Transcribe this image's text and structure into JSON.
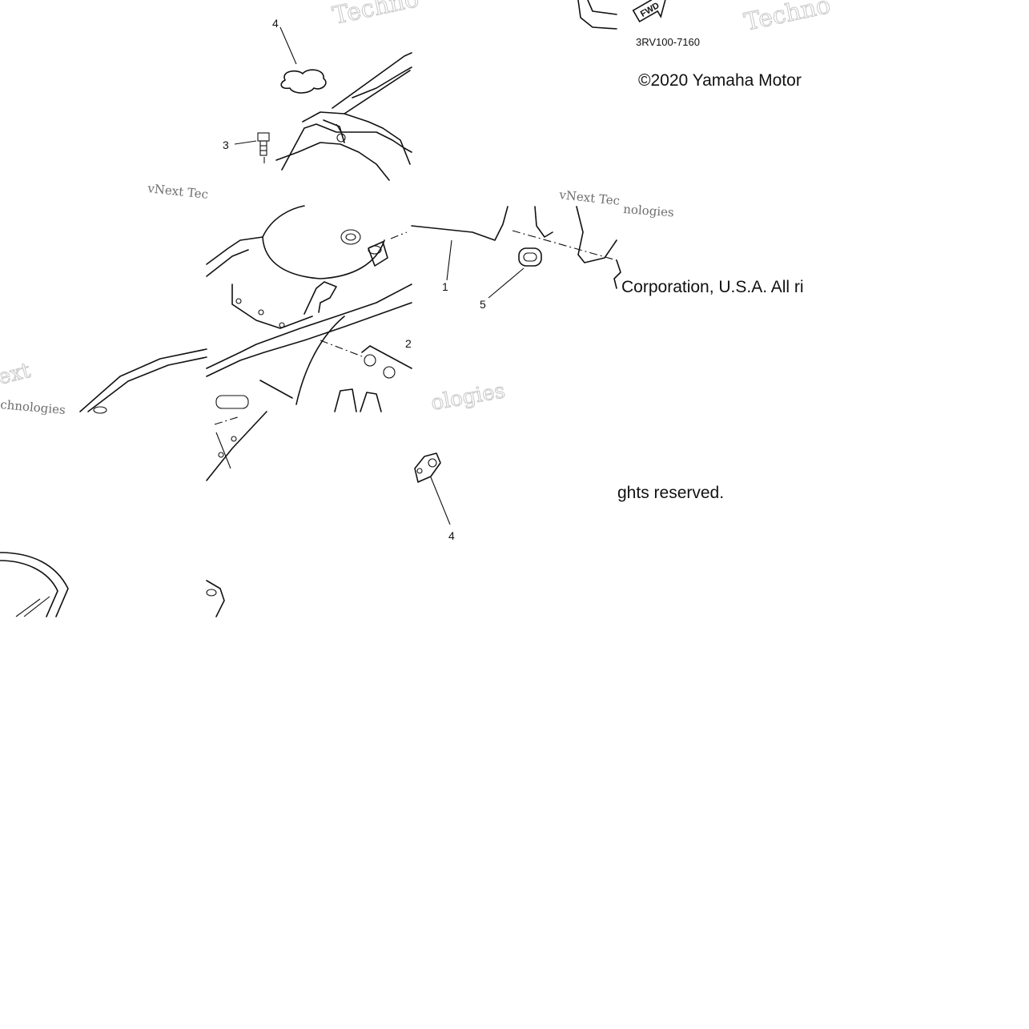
{
  "diagram": {
    "part_code": "3RV100-7160",
    "copyright_line_1": "©2020 Yamaha Motor",
    "copyright_line_2": "Corporation, U.S.A. All ri",
    "copyright_line_3": "ghts reserved.",
    "fwd_label": "FWD",
    "callouts": [
      {
        "id": "callout-4-top",
        "label": "4"
      },
      {
        "id": "callout-3",
        "label": "3"
      },
      {
        "id": "callout-1",
        "label": "1"
      },
      {
        "id": "callout-5",
        "label": "5"
      },
      {
        "id": "callout-2",
        "label": "2"
      },
      {
        "id": "callout-4-bottom",
        "label": "4"
      }
    ],
    "watermarks": [
      {
        "text": "vNext Tec"
      },
      {
        "text": "vNext Tec"
      },
      {
        "text": "nologies"
      },
      {
        "text": "chnologies"
      },
      {
        "text": "Techno"
      },
      {
        "text": "Techno"
      },
      {
        "text": "ext"
      },
      {
        "text": "ologies"
      }
    ]
  }
}
